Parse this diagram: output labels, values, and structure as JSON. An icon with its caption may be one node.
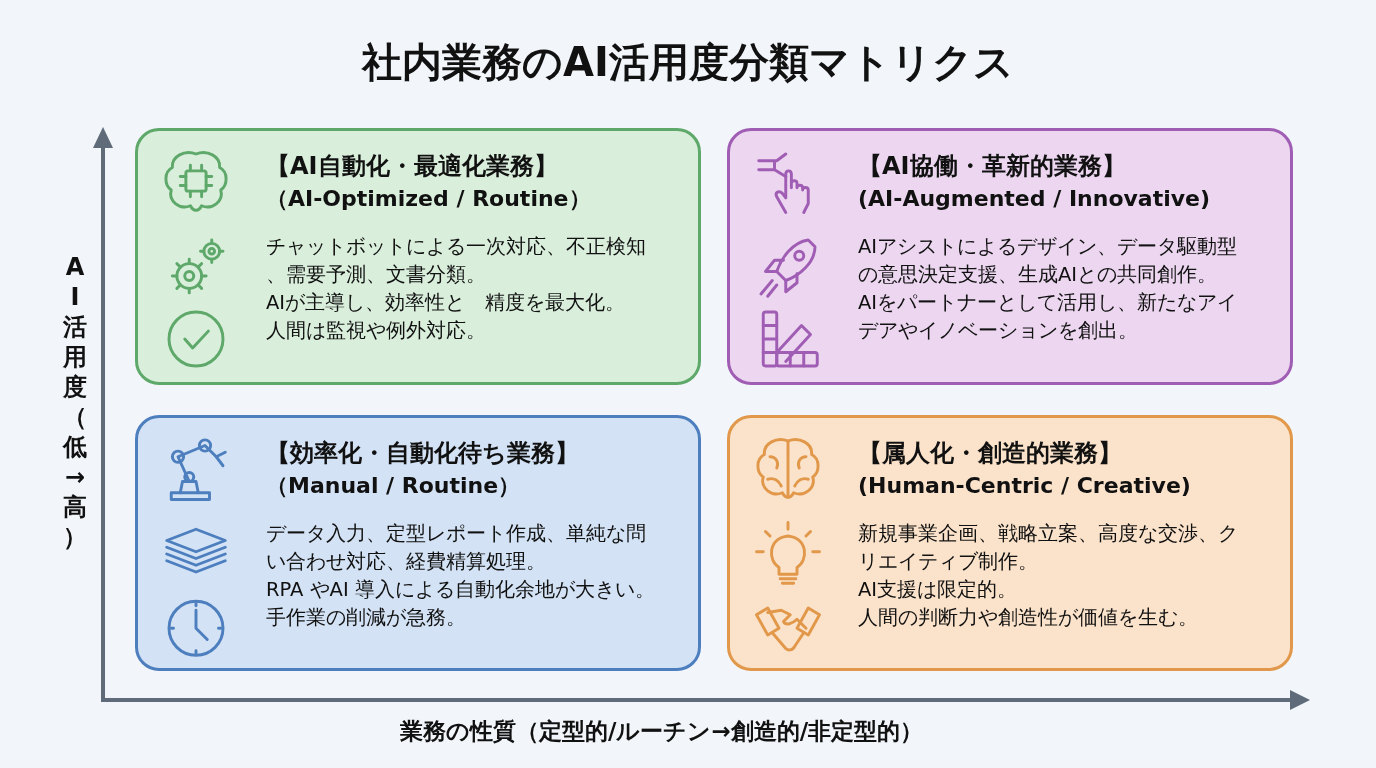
{
  "diagram": {
    "title": "社内業務のAI活用度分類マトリクス",
    "nodes": [
      {
        "text": [
          "【AI自動化・最適化業務】",
          "（AI-Optimized / Routine）",
          "チャットボットによる一次対応、不正検知、需要予測、文書分類。",
          "AIが主導し、効率性と　精度を最大化。",
          "人間は監視や例外対応。"
        ]
      },
      {
        "text": [
          "【AI協働・革新的業務】",
          "(AI-Augmented / Innovative)",
          "AIアシストによるデザイン、データ駆動型の意思決定支援、生成AIとの共同創作。",
          "AIをパートナーとして活用し、新たなアイデアやイノベーションを創出。"
        ]
      },
      {
        "text": [
          "【効率化・自動化待ち業務】",
          "（Manual / Routine）",
          "データ入力、定型レポート作成、単純な問い合わせ対応、経費精算処理。",
          "RPA やAI 導入による自動化余地が大きい。手作業の削減が急務。"
        ]
      },
      {
        "text": [
          "【属人化・創造的業務】",
          "(Human-Centric / Creative)",
          "新規事業企画、戦略立案、高度な交渉、クリエイティブ制作。",
          "AI支援は限定的。",
          "人間の判断力や創造性が価値を生む。"
        ]
      }
    ],
    "labels": [
      "AI活用度（低→高）",
      "業務の性質（定型的/ルーチン→創造的/非定型的）"
    ]
  }
}
